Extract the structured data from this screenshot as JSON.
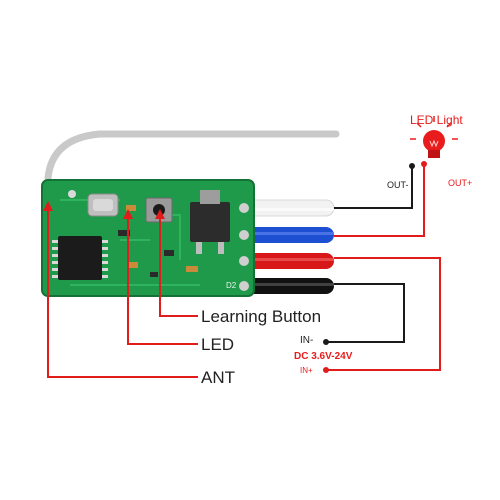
{
  "labels": {
    "learning_button": "Learning Button",
    "led": "LED",
    "ant": "ANT",
    "led_light": "LED Light",
    "out_minus": "OUT-",
    "out_plus": "OUT+",
    "in_minus": "IN-",
    "dc_range": "DC 3.6V-24V",
    "in_plus": "IN+",
    "board_marking": "D2"
  },
  "colors": {
    "red_line": "#e21b1b",
    "black_line": "#1a1a1a",
    "pcb_green": "#1f9a4a",
    "antenna_gray": "#c9c9c9",
    "wire_white": "#f2f2f2",
    "wire_blue": "#1c4fd1",
    "wire_red": "#d81818",
    "wire_black": "#111111",
    "bulb_red": "#e81c1c"
  }
}
